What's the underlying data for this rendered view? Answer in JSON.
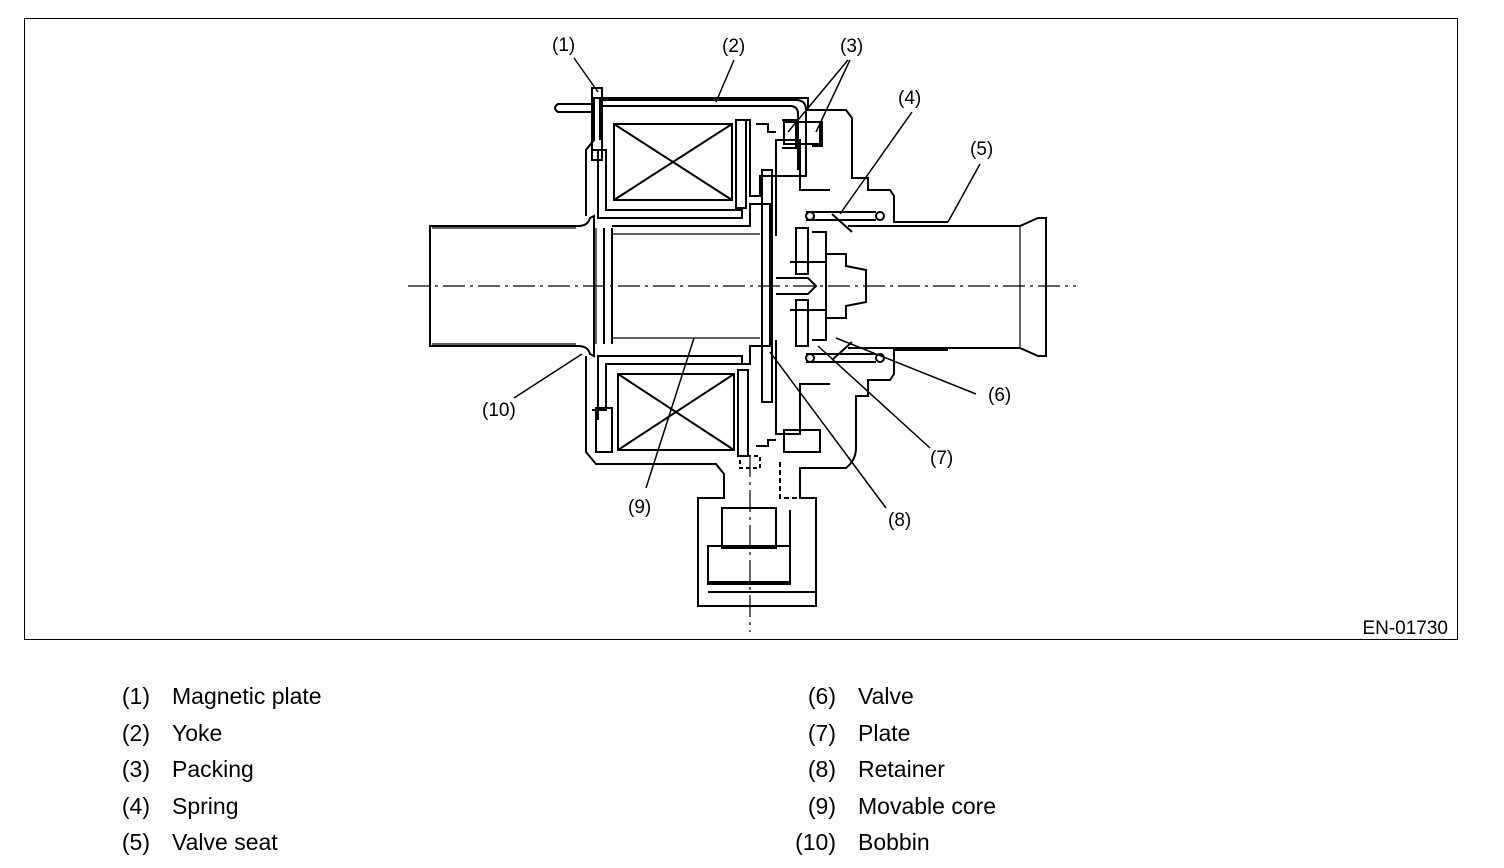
{
  "figure": {
    "code": "EN-01730",
    "callouts": [
      "(1)",
      "(2)",
      "(3)",
      "(4)",
      "(5)",
      "(6)",
      "(7)",
      "(8)",
      "(9)",
      "(10)"
    ]
  },
  "legend": {
    "left": [
      {
        "num": "(1)",
        "label": "Magnetic plate"
      },
      {
        "num": "(2)",
        "label": "Yoke"
      },
      {
        "num": "(3)",
        "label": "Packing"
      },
      {
        "num": "(4)",
        "label": "Spring"
      },
      {
        "num": "(5)",
        "label": "Valve seat"
      }
    ],
    "right": [
      {
        "num": "(6)",
        "label": "Valve"
      },
      {
        "num": "(7)",
        "label": "Plate"
      },
      {
        "num": "(8)",
        "label": "Retainer"
      },
      {
        "num": "(9)",
        "label": "Movable core"
      },
      {
        "num": "(10)",
        "label": "Bobbin"
      }
    ]
  },
  "colors": {
    "line": "#000000",
    "background": "#ffffff"
  }
}
